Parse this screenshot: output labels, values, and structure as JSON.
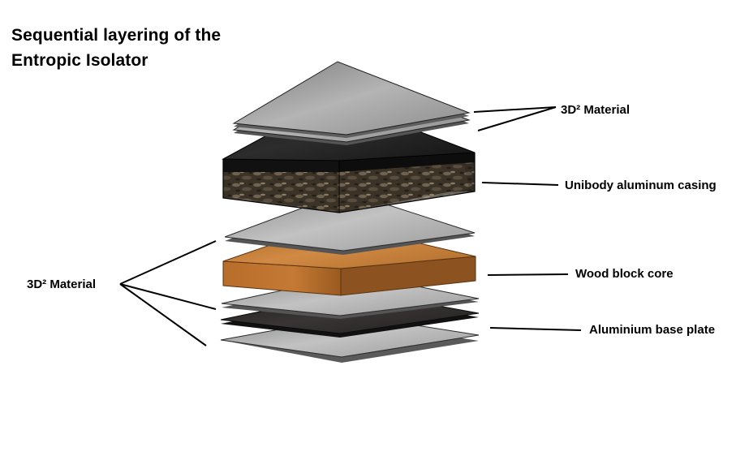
{
  "title": {
    "line1": "Sequential layering of the",
    "line2": "Entropic Isolator"
  },
  "labels": {
    "top_material": "3D² Material",
    "casing": "Unibody aluminum casing",
    "left_material": "3D² Material",
    "wood_core": "Wood block core",
    "base_plate": "Aluminium base plate"
  },
  "colors": {
    "casing": "#1a1a1a",
    "wood": "#c27a38",
    "sheet": "#9a9a9a",
    "dark_sheet": "#2a2626"
  }
}
